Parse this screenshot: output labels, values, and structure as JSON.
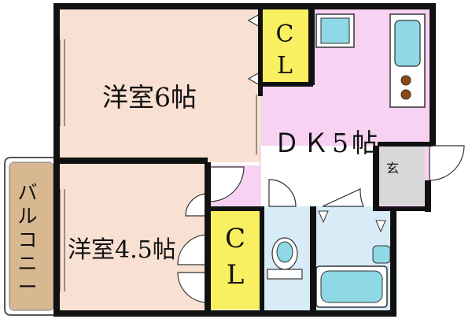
{
  "rooms": {
    "western_6": "洋室6帖",
    "western_4_5": "洋室4.5帖",
    "dk": "ＤＫ5帖",
    "closet_upper": [
      "C",
      "L"
    ],
    "closet_lower": [
      "C",
      "L"
    ],
    "entrance": "玄",
    "balcony": [
      "バ",
      "ル",
      "コ",
      "ニ",
      "ー"
    ]
  },
  "colors": {
    "wall": "#111111",
    "western_room": "#f8e0d2",
    "dk": "#f8d2f2",
    "closet": "#f8f060",
    "wet_area": "#d8ecf8",
    "entrance": "#d8d8d8",
    "balcony": "#d8b890",
    "fixture": "#8fd8e6"
  }
}
